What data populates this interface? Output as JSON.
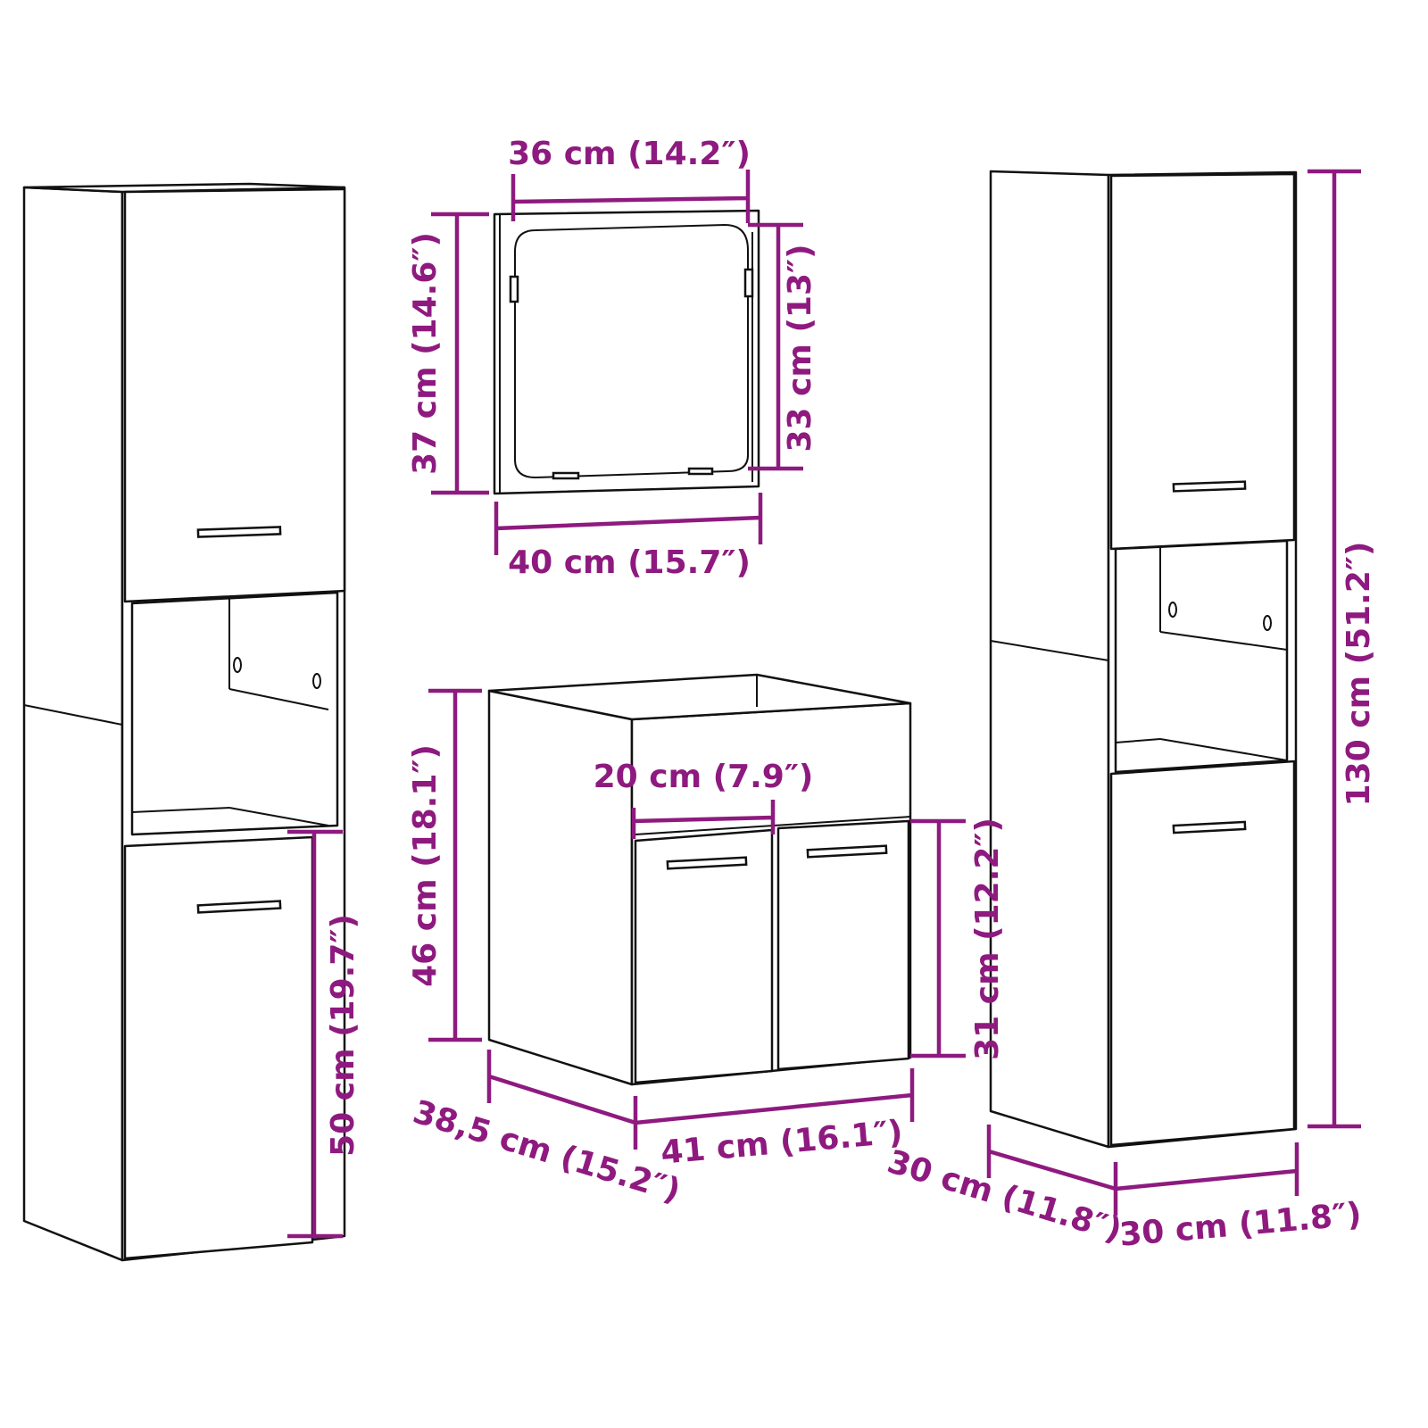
{
  "accent_color": "#8e1a7f",
  "mirror": {
    "inner_width": "36 cm (14.2″)",
    "outer_height": "37 cm (14.6″)",
    "inner_height": "33 cm (13″)",
    "outer_width": "40 cm (15.7″)"
  },
  "sink_cabinet": {
    "height": "46 cm (18.1″)",
    "door_width": "20 cm (7.9″)",
    "door_height": "31 cm (12.2″)",
    "depth": "38,5 cm (15.2″)",
    "width": "41 cm (16.1″)"
  },
  "left_tall_cabinet": {
    "lower_door_height": "50 cm (19.7″)"
  },
  "right_tall_cabinet": {
    "height": "130 cm (51.2″)",
    "depth": "30 cm (11.8″)",
    "width": "30 cm (11.8″)"
  }
}
